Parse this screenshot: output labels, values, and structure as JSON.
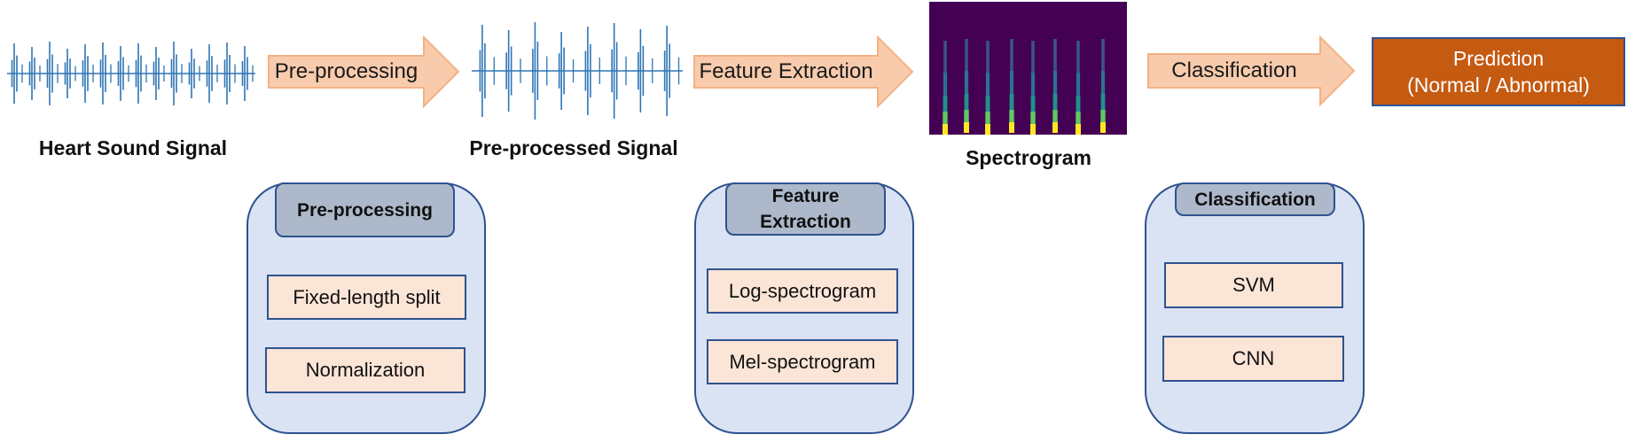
{
  "pipeline": {
    "arrows": [
      "Pre-processing",
      "Feature Extraction",
      "Classification"
    ],
    "captions": {
      "raw": "Heart Sound Signal",
      "processed": "Pre-processed Signal",
      "spectrogram": "Spectrogram"
    },
    "prediction": {
      "line1": "Prediction",
      "line2": "(Normal / Abnormal)"
    }
  },
  "panels": {
    "preprocessing": {
      "title": "Pre-processing",
      "items": [
        "Fixed-length split",
        "Normalization"
      ]
    },
    "feature": {
      "title_line1": "Feature",
      "title_line2": "Extraction",
      "items": [
        "Log-spectrogram",
        "Mel-spectrogram"
      ]
    },
    "classification": {
      "title": "Classification",
      "items": [
        "SVM",
        "CNN"
      ]
    }
  },
  "colors": {
    "arrow_fill": "#f8cbad",
    "arrow_stroke": "#f4b183",
    "signal": "#2e75b6",
    "prediction_fill": "#c55a11",
    "panel_fill": "#dae3f3",
    "panel_title_fill": "#adb9ca",
    "item_fill": "#fbe5d6",
    "outline": "#2f528f",
    "spectrogram_bg": "#440154"
  },
  "icons": {
    "raw_signal": "waveform-icon",
    "processed_signal": "waveform-icon",
    "spectrogram": "spectrogram-image"
  }
}
